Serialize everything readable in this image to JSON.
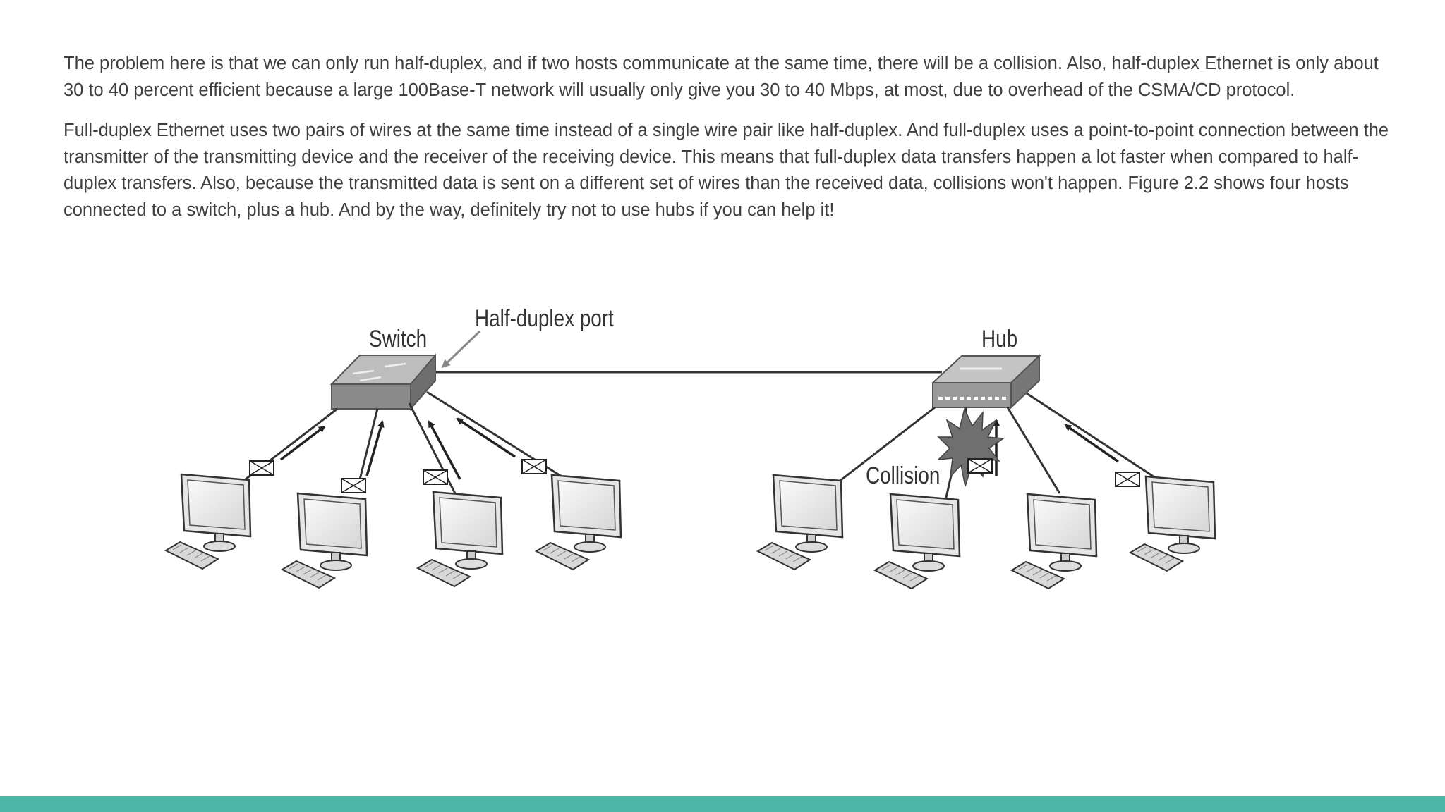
{
  "paragraphs": [
    "The problem here is that we can only run half-duplex, and if two hosts communicate at the same time, there will be a collision. Also, half-duplex Ethernet is only about 30 to 40 percent efficient because a large 100Base-T network will usually only give you 30 to 40 Mbps, at most, due to overhead of the CSMA/CD protocol.",
    "Full-duplex Ethernet uses two pairs of wires at the same time instead of a single wire pair like half-duplex. And full-duplex uses a point-to-point connection between the transmitter of the transmitting device and the receiver of the receiving device. This means that full-duplex data transfers happen a lot faster when compared to half-duplex transfers. Also, because the transmitted data is sent on a different set of wires than the received data, collisions won't happen. Figure 2.2 shows four hosts connected to a switch, plus a hub. And by the way, definitely try not to use hubs if you can help it!"
  ],
  "figure": {
    "labels": {
      "switch": "Switch",
      "half_duplex_port": "Half-duplex port",
      "hub": "Hub",
      "collision": "Collision"
    },
    "icons": [
      "switch-icon",
      "hub-icon",
      "computer-icon",
      "keyboard-icon",
      "envelope-icon",
      "arrow-icon",
      "collision-burst-icon"
    ]
  },
  "colors": {
    "body_text": "#3f3f3f",
    "footer_bar": "#4db6a6"
  }
}
